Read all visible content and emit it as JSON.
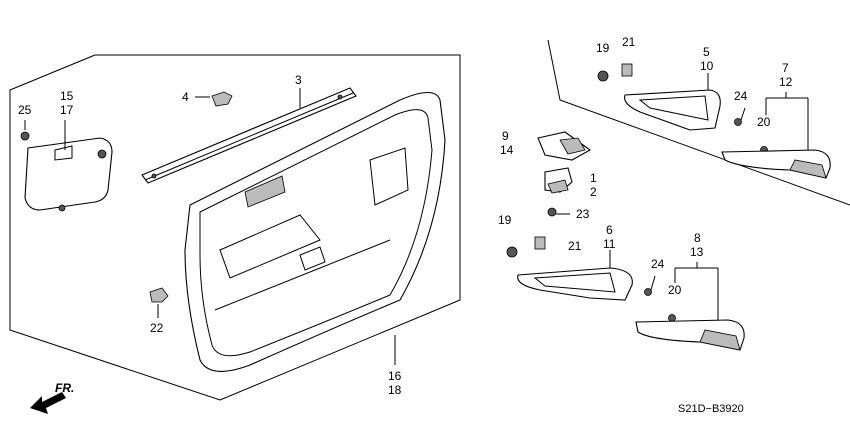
{
  "diagram_code": "S21D−B3920",
  "direction_label": "FR.",
  "callouts": {
    "c25": "25",
    "c15": "15",
    "c17": "17",
    "c4": "4",
    "c3": "3",
    "c22": "22",
    "c16": "16",
    "c18": "18",
    "c9": "9",
    "c14": "14",
    "c1": "1",
    "c2": "2",
    "c23": "23",
    "c19a": "19",
    "c21a": "21",
    "c5": "5",
    "c10": "10",
    "c7": "7",
    "c12": "12",
    "c24a": "24",
    "c20a": "20",
    "c19b": "19",
    "c21b": "21",
    "c6": "6",
    "c11": "11",
    "c8": "8",
    "c13": "13",
    "c24b": "24",
    "c20b": "20"
  }
}
